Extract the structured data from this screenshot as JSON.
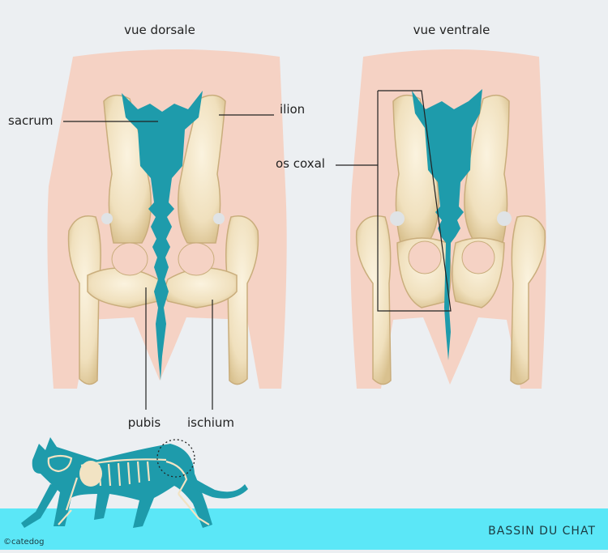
{
  "views": {
    "dorsal": "vue dorsale",
    "ventral": "vue ventrale"
  },
  "labels": {
    "sacrum": "sacrum",
    "ilion": "ilion",
    "os_coxal": "os coxal",
    "pubis": "pubis",
    "ischium": "ischium"
  },
  "footer": {
    "title": "BASSIN DU CHAT",
    "copyright": "©catedog"
  },
  "colors": {
    "background": "#eceff2",
    "body": "#f5d2c4",
    "bone": "#f2e3c3",
    "bone_outline": "#c9ad7c",
    "spine": "#1e9bab",
    "footer_band": "#5be7f7",
    "line": "#222222"
  }
}
